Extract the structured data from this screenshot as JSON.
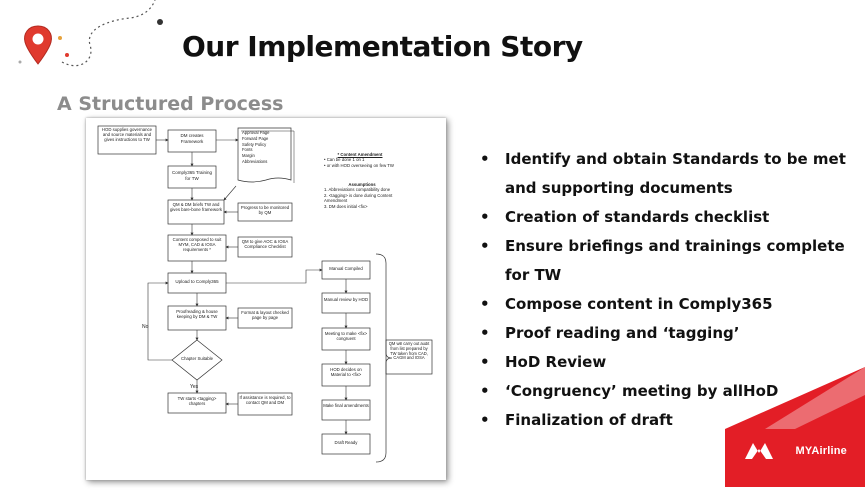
{
  "slide": {
    "title": "Our Implementation Story",
    "subtitle": "A Structured Process",
    "brand_name": "MYAirline",
    "accent_color": "#e31e26",
    "icons": [
      "map-pin-icon",
      "airline-logo-icon"
    ]
  },
  "flowchart": {
    "left_boxes": [
      "HOD supplies governance and source materials and gives instructions to TW",
      "DM creates Framework",
      "Comply365 Training for TW",
      "QM & DM briefs TW and gives bare-bone framework",
      "Content composed to suit MYM, CAD & IOSA requirements *",
      "Upload to Comply365",
      "Proofreading & house keeping by DM & TW",
      "Chapter Suitable",
      "TW starts <tagging> chapters"
    ],
    "doc_items": [
      "Approval Page",
      "Forward Page",
      "Safety Policy",
      "Fonts",
      "Margin",
      "Abbreviations"
    ],
    "side_boxes": [
      "Progress to be monitored by QM",
      "QM to give AOC & IOSA Compliance Checklist",
      "Format & layout checked page by page",
      "If assistance is required, to contact QM and DM"
    ],
    "right_boxes": [
      "Manual Compiled",
      "Manual review by HOD",
      "Meeting to make <fix> congruent",
      "HOD decides on Material to <fix>",
      "Make final amendments",
      "Draft Ready"
    ],
    "content_amendment": {
      "heading": "* Content Amendment",
      "items": [
        "Can be done 1 on 1",
        "or with HOD overseeing on few TW"
      ]
    },
    "assumptions": {
      "heading": "Assumptions",
      "items": [
        "1. Abbreviations compatibility done",
        "2. <tagging> is done during Content Amendment",
        "3. DM does initial <fix>"
      ]
    },
    "audit_note": "QM will carry out audit from list prepared by TW taken from CAD, CAGM and IOSA",
    "label_no": "No",
    "label_yes": "Yes"
  },
  "bullets": [
    "Identify and obtain Standards to be met and supporting documents",
    "Creation of standards checklist",
    "Ensure briefings and trainings complete for TW",
    "Compose content in Comply365",
    "Proof reading and ‘tagging’",
    "HoD Review",
    "‘Congruency’ meeting by allHoD",
    "Finalization of draft"
  ]
}
